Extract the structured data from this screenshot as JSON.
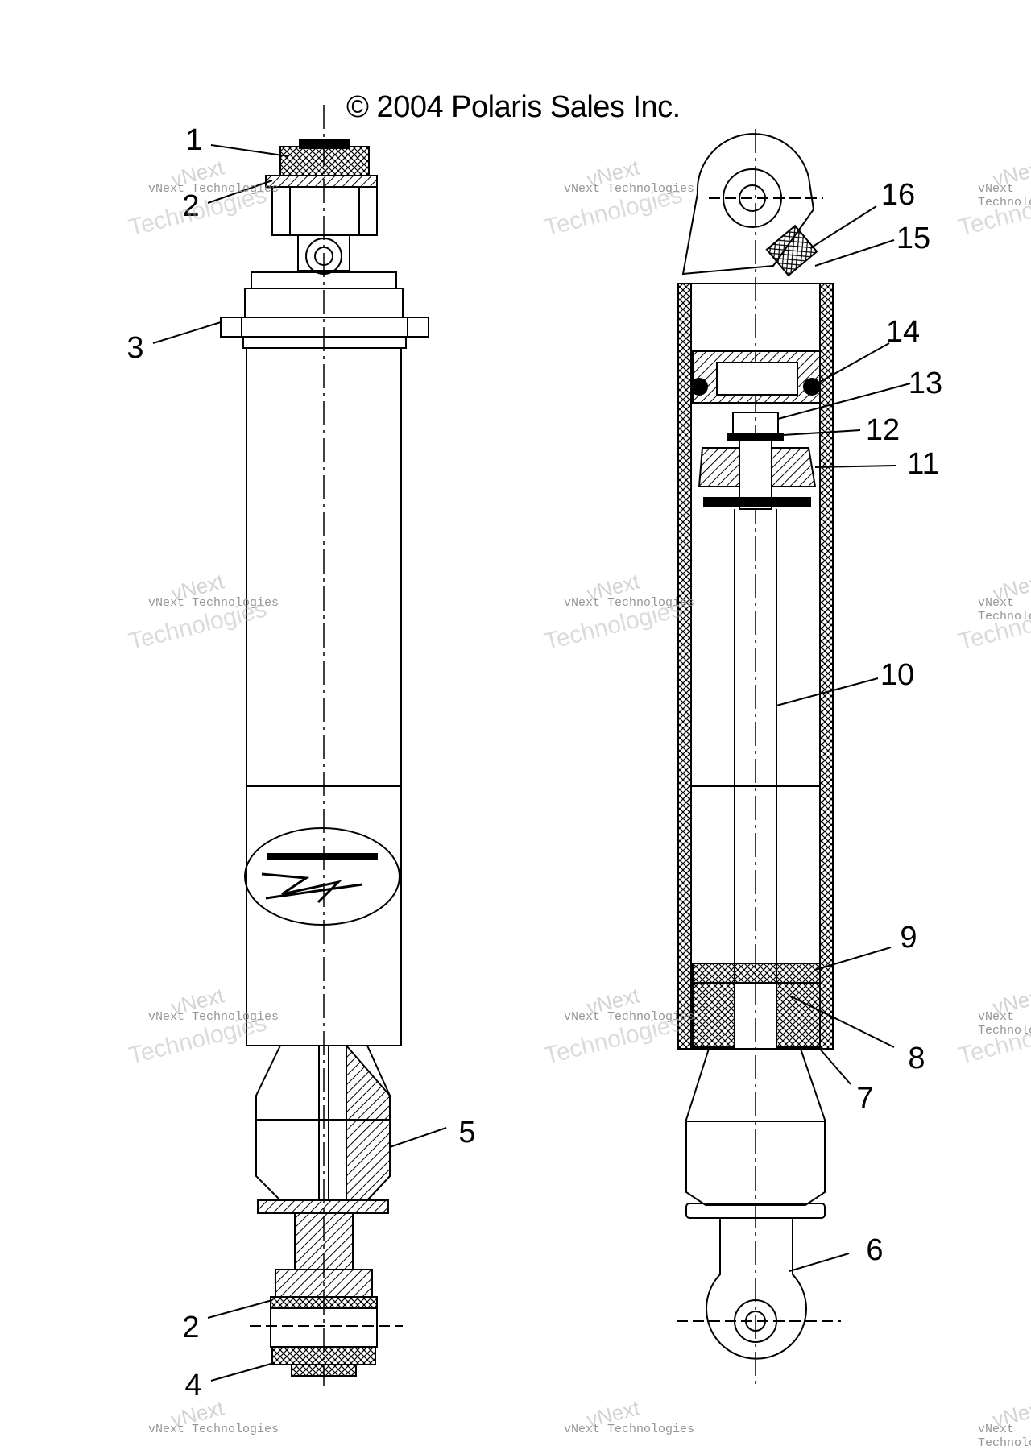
{
  "copyright": "© 2004 Polaris Sales Inc.",
  "watermark": {
    "line1": "vNext",
    "line2": "vNext Technologies",
    "line3": "Technologies"
  },
  "callouts": [
    "1",
    "2",
    "3",
    "16",
    "15",
    "14",
    "13",
    "12",
    "11",
    "10",
    "9",
    "8",
    "7",
    "5",
    "6",
    "2",
    "4"
  ],
  "colors": {
    "ink": "#000000",
    "paper": "#ffffff",
    "watermark": "#9a9a9a"
  }
}
